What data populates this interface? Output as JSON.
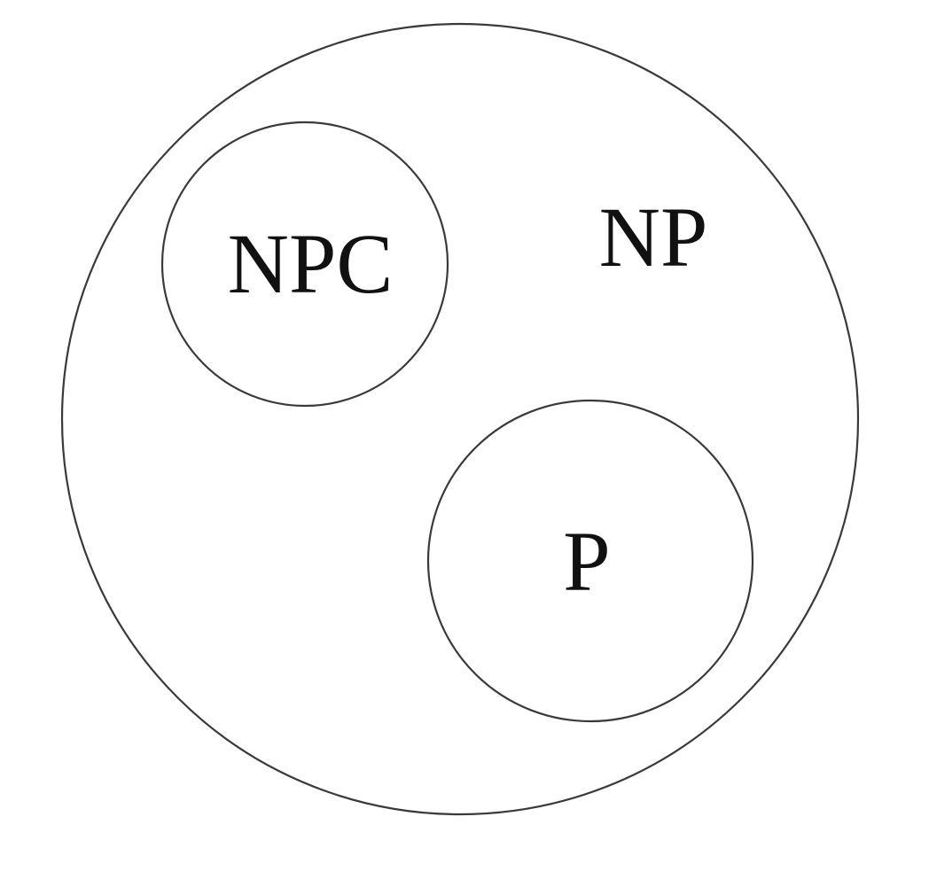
{
  "diagram": {
    "type": "venn-nested-sets",
    "stroke_color": "#3a3a3a",
    "text_color": "#111111",
    "background": "#ffffff",
    "sets": {
      "outer": {
        "label": "NP"
      },
      "top_left": {
        "label": "NPC"
      },
      "bottom_right": {
        "label": "P"
      }
    }
  }
}
